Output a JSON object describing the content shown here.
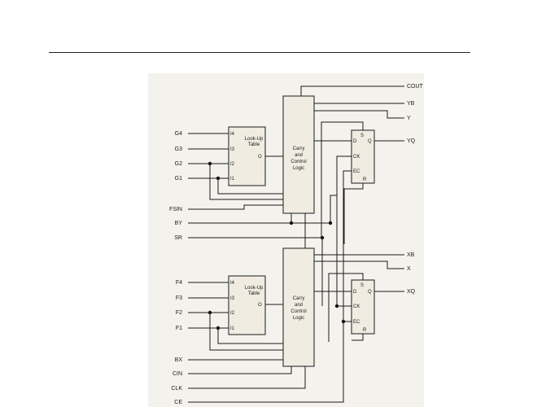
{
  "diagram": {
    "colors": {
      "panel": "#f4f2ed",
      "block": "#f0ece2",
      "ink": "#1a1a1a"
    },
    "inputs_left": {
      "g4": "G4",
      "g3": "G3",
      "g2": "G2",
      "g1": "G1",
      "fsin": "FSIN",
      "by": "BY",
      "sr": "SR",
      "f4": "F4",
      "f3": "F3",
      "f2": "F2",
      "f1": "F1",
      "bx": "BX",
      "cin": "CIN",
      "clk": "CLK",
      "ce": "CE"
    },
    "outputs_right": {
      "cout": "COUT",
      "yb": "YB",
      "y": "Y",
      "yq": "YQ",
      "xb": "XB",
      "x": "X",
      "xq": "XQ"
    },
    "lut_top": {
      "title_1": "Look-Up",
      "title_2": "Table",
      "i4": "I4",
      "i3": "I3",
      "i2": "I2",
      "i1": "I1",
      "o": "O"
    },
    "lut_bottom": {
      "title_1": "Look-Up",
      "title_2": "Table",
      "i4": "I4",
      "i3": "I3",
      "i2": "I2",
      "i1": "I1",
      "o": "O"
    },
    "carry_top": {
      "line_1": "Carry",
      "line_2": "and",
      "line_3": "Control",
      "line_4": "Logic"
    },
    "carry_bottom": {
      "line_1": "Carry",
      "line_2": "and",
      "line_3": "Control",
      "line_4": "Logic"
    },
    "ff_top": {
      "s": "S",
      "d": "D",
      "q": "Q",
      "ck": "CK",
      "ec": "EC",
      "r": "R"
    },
    "ff_bottom": {
      "s": "S",
      "d": "D",
      "q": "Q",
      "ck": "CK",
      "ec": "EC",
      "r": "R"
    }
  }
}
